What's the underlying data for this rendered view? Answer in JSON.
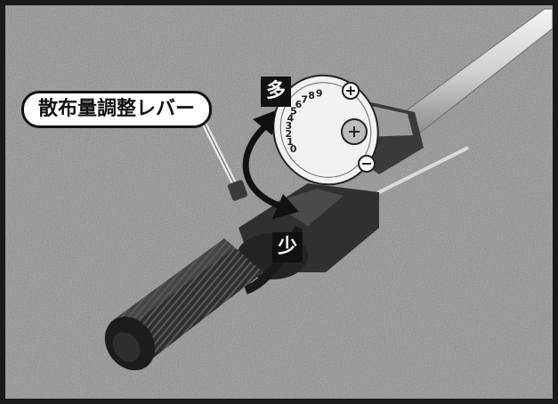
{
  "labels": {
    "lever": "散布量調整レバー",
    "more": "多",
    "less": "少"
  },
  "dial": {
    "numbers": [
      "0",
      "1",
      "2",
      "3",
      "4",
      "5",
      "6",
      "7",
      "8",
      "9"
    ]
  },
  "colors": {
    "ground": "#8e8e8e",
    "frame": "#1a1a1a",
    "grip": "#2b2b2b",
    "pole": "#d8d8d8",
    "arrow": "#111111"
  },
  "icons": {
    "arrow": "curved-double-arrow-icon",
    "dial_marks": [
      "plus-icon",
      "minus-icon"
    ]
  }
}
